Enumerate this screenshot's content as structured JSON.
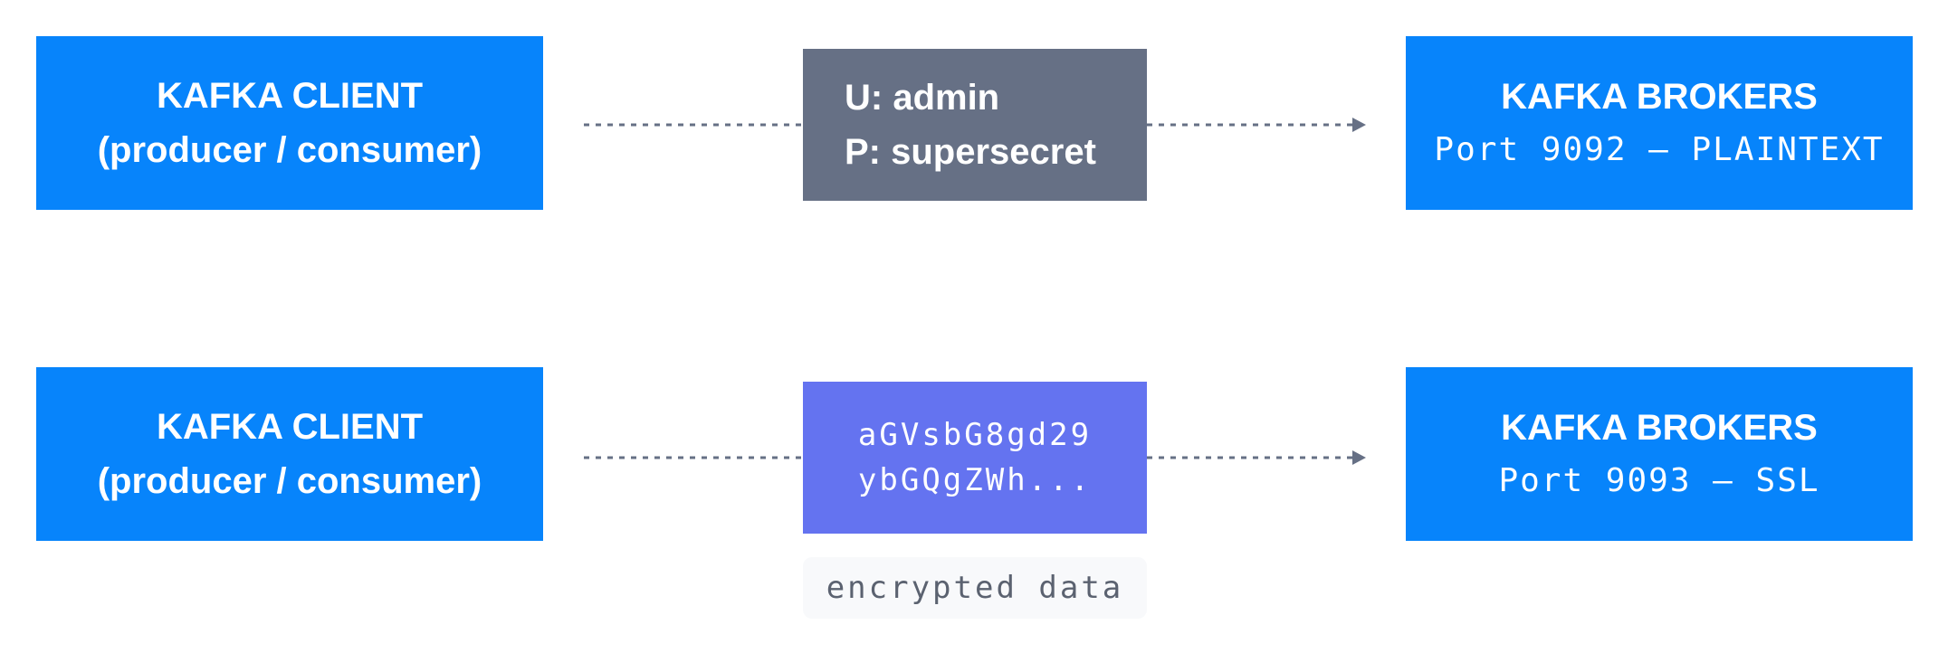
{
  "rows": [
    {
      "client": {
        "title": "KAFKA CLIENT",
        "subtitle": "(producer / consumer)"
      },
      "payload": {
        "line1": "U: admin",
        "line2": "P: supersecret"
      },
      "broker": {
        "title": "KAFKA BROKERS",
        "port": "Port 9092 – PLAINTEXT"
      }
    },
    {
      "client": {
        "title": "KAFKA CLIENT",
        "subtitle": "(producer / consumer)"
      },
      "payload": {
        "line1": "aGVsbG8gd29",
        "line2": "ybGQgZWh...",
        "caption": "encrypted data"
      },
      "broker": {
        "title": "KAFKA BROKERS",
        "port": "Port 9093 – SSL"
      }
    }
  ],
  "colors": {
    "node": "#0784fb",
    "plaintext_payload": "#667085",
    "encrypted_payload": "#6473f0",
    "connector": "#667085"
  }
}
